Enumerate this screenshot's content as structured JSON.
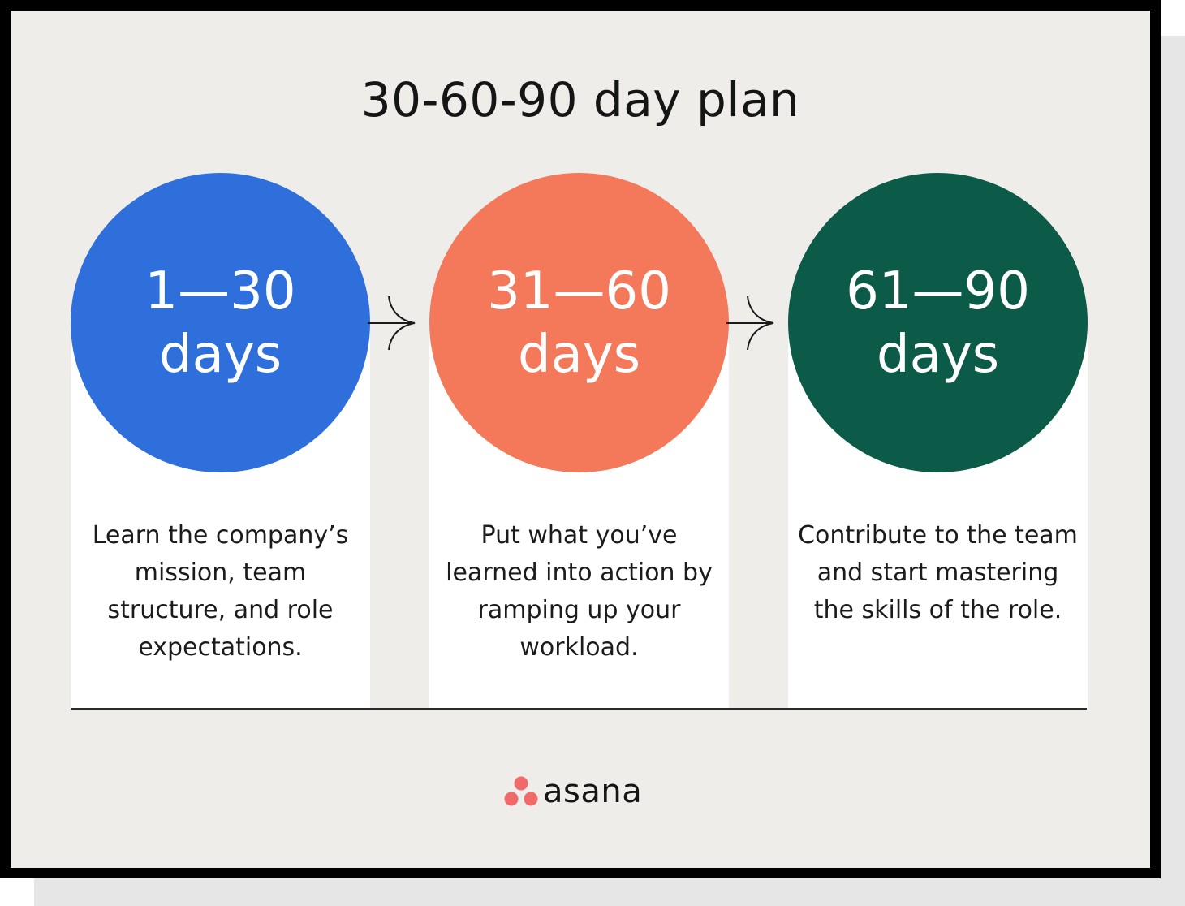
{
  "title": "30-60-90 day plan",
  "phases": [
    {
      "range": "1—30",
      "unit": "days",
      "description": "Learn the company’s mission, team structure, and role expectations.",
      "color": "#2f6fdc"
    },
    {
      "range": "31—60",
      "unit": "days",
      "description": "Put what you’ve learned into action by ramping up your workload.",
      "color": "#f3795a"
    },
    {
      "range": "61—90",
      "unit": "days",
      "description": "Contribute to the team and start mastering the skills of the role.",
      "color": "#0c5a48"
    }
  ],
  "brand": {
    "name": "asana",
    "logo_icon": "asana-three-dots-icon",
    "logo_color": "#f06a6a"
  },
  "arrow_icon": "arrow-right-icon"
}
